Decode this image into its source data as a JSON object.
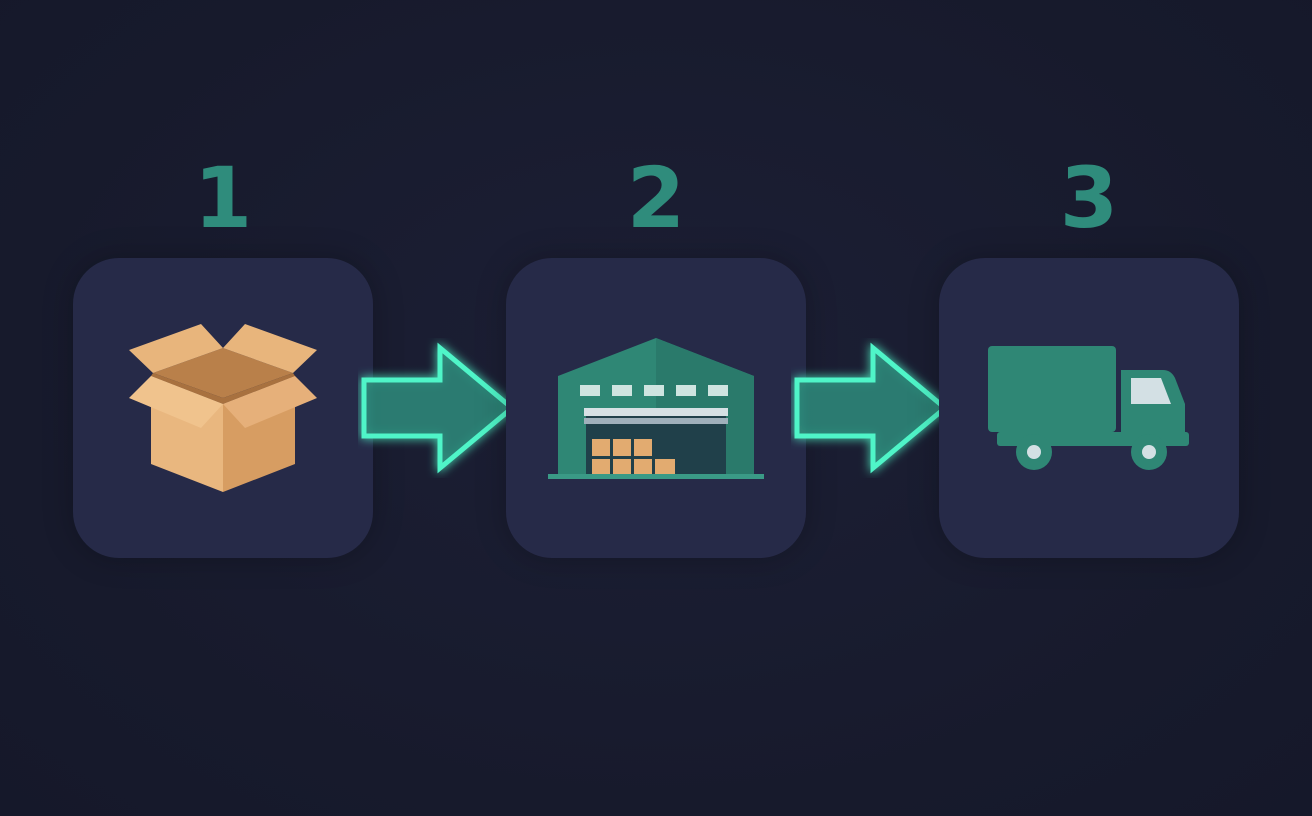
{
  "steps": [
    {
      "number": "1",
      "icon": "open-box-icon"
    },
    {
      "number": "2",
      "icon": "warehouse-icon"
    },
    {
      "number": "3",
      "icon": "delivery-truck-icon"
    }
  ],
  "colors": {
    "background": "#181a2e",
    "card": "#262a48",
    "accent_teal": "#2f8c7c",
    "arrow_glow": "#3ff2c0",
    "box_tan": "#e2ab70"
  }
}
